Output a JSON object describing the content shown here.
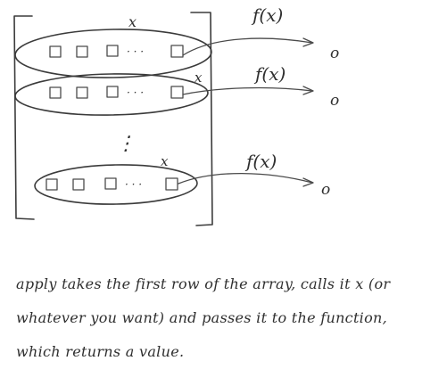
{
  "diagram": {
    "rows": [
      {
        "arg_label": "x",
        "func_label": "f(x)",
        "result_label": "o"
      },
      {
        "arg_label": "x",
        "func_label": "f(x)",
        "result_label": "o"
      },
      {
        "arg_label": "x",
        "func_label": "f(x)",
        "result_label": "o"
      }
    ],
    "ellipsis": "· · ·",
    "vertical_ellipsis": "⋮"
  },
  "caption": {
    "text": "apply takes the first row of the array, calls it x (or whatever you want) and passes it to the function, which returns a value."
  }
}
